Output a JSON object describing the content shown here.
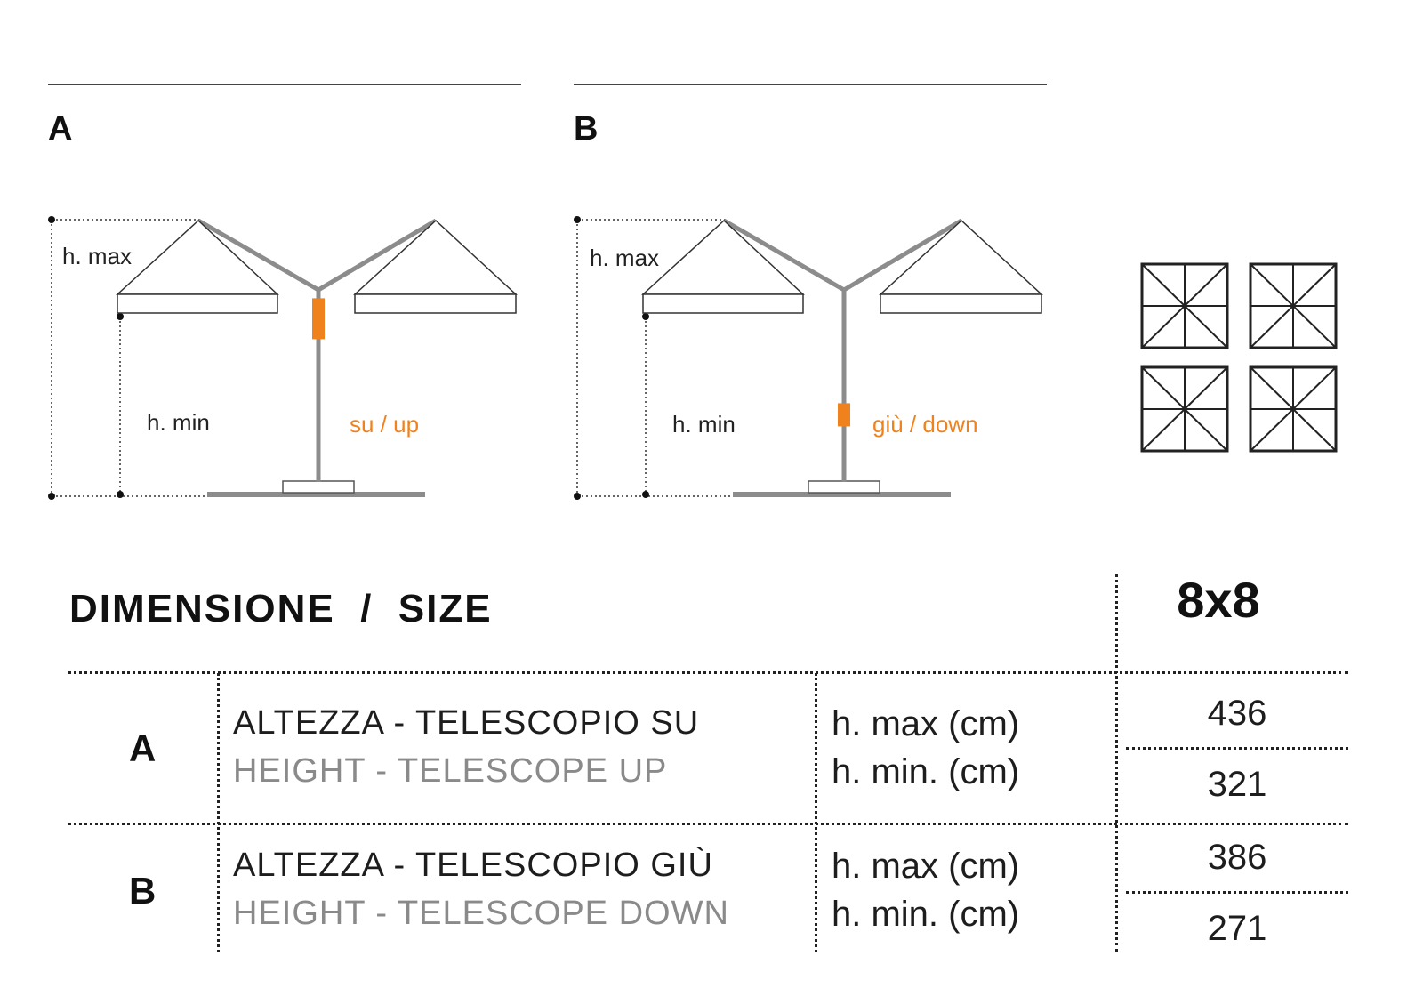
{
  "diagrams": [
    {
      "letter": "A",
      "h_max": "h. max",
      "h_min": "h. min",
      "telescope": "su / up",
      "telescope_level": 0.85
    },
    {
      "letter": "B",
      "h_max": "h. max",
      "h_min": "h. min",
      "telescope": "giù / down",
      "telescope_level": 0.35
    }
  ],
  "table": {
    "title": "DIMENSIONE  /  SIZE",
    "size": "8x8",
    "rows": [
      {
        "letter": "A",
        "it": "ALTEZZA - TELESCOPIO SU",
        "en": "HEIGHT - TELESCOPE UP",
        "max_label": "h. max (cm)",
        "min_label": "h. min. (cm)",
        "max": "436",
        "min": "321"
      },
      {
        "letter": "B",
        "it": "ALTEZZA - TELESCOPIO GIÙ",
        "en": "HEIGHT - TELESCOPE DOWN",
        "max_label": "h. max (cm)",
        "min_label": "h. min. (cm)",
        "max": "386",
        "min": "271"
      }
    ]
  },
  "colors": {
    "accent": "#f0821e",
    "pole": "#8c8c8c",
    "ink": "#1a1a1a"
  },
  "icons": [
    "canopy-grid-icon"
  ]
}
